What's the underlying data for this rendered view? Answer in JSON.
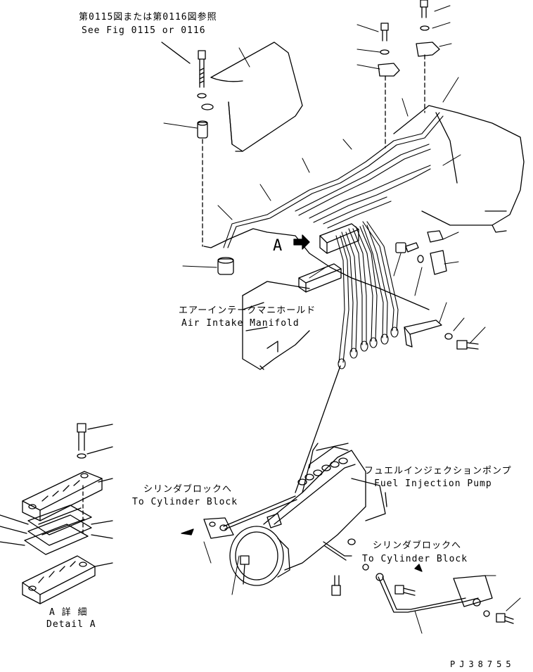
{
  "colors": {
    "ink": "#000000",
    "paper": "#ffffff"
  },
  "labels": {
    "ref_jp": "第0115図または第0116図参照",
    "ref_en": "See Fig 0115 or 0116",
    "view_marker": "A",
    "manifold_jp": "エアーインテークマニホールド",
    "manifold_en": "Air Intake Manifold",
    "pump_jp": "フュエルインジェクションポンプ",
    "pump_en": "Fuel Injection Pump",
    "cyl_block_left_jp": "シリンダブロックへ",
    "cyl_block_left_en": "To Cylinder Block",
    "cyl_block_right_jp": "シリンダブロックへ",
    "cyl_block_right_en": "To Cylinder Block",
    "detail_jp": "A 詳 細",
    "detail_en": "Detail A",
    "drawing_no": "PJ38755"
  }
}
